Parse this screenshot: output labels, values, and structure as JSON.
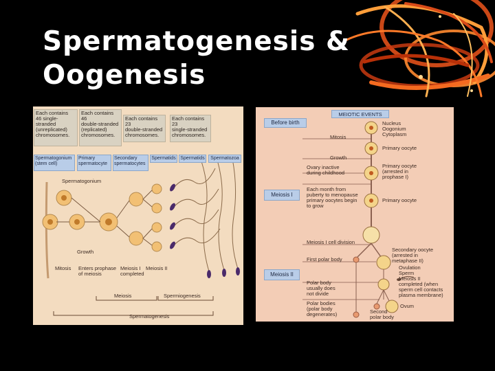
{
  "slide": {
    "title_line1": "Spermatogenesis &",
    "title_line2": "Oogenesis"
  },
  "left_figure": {
    "top_boxes": [
      "Each contains\n46 single-stranded\n(unreplicated)\nchromosomes.",
      "Each contains 46\ndouble-stranded\n(replicated)\nchromosomes.",
      "Each contains 23\ndouble-stranded\nchromosomes.",
      "Each contains 23\nsingle-stranded\nchromosomes."
    ],
    "cell_labels": [
      "Spermatogonium\n(stem cell)",
      "Primary\nspermatocyte",
      "Secondary\nspermatocytes",
      "Spermatids",
      "Spermatids",
      "Spermatozoa"
    ],
    "spermatogonium_label": "Spermatogonium",
    "bottom_labels": {
      "mitosis": "Mitosis",
      "growth": "Growth",
      "enters_prophase": "Enters prophase\nof meiosis",
      "meiosis_1": "Meiosis I\ncompleted",
      "meiosis_2": "Meiosis II",
      "meiosis": "Meiosis",
      "spermiogenesis": "Spermiogenesis",
      "spermatogenesis": "Spermatogenesis"
    }
  },
  "right_figure": {
    "header": "MEIOTIC EVENTS",
    "stage_boxes": [
      "Before birth",
      "Meiosis I",
      "Meiosis II"
    ],
    "left_notes": [
      "Mitosis",
      "Growth",
      "Ovary inactive\nduring childhood",
      "Each month from\npuberty to menopause\nprimary oocytes begin\nto grow",
      "Meiosis I cell division",
      "First polar body",
      "Polar body\nusually does\nnot divide",
      "Polar bodies\n(polar body\ndegenerates)"
    ],
    "right_notes": [
      "Nucleus\nOogonium\nCytoplasm",
      "Primary oocyte",
      "Primary oocyte\n(arrested in\nprophase I)",
      "Primary oocyte",
      "Secondary oocyte\n(arrested in\nmetaphase II)",
      "Ovulation\nSperm\nMeiosis II\ncompleted (when\nsperm cell contacts\nplasma membrane)",
      "Ovum",
      "Second\npolar body"
    ]
  }
}
